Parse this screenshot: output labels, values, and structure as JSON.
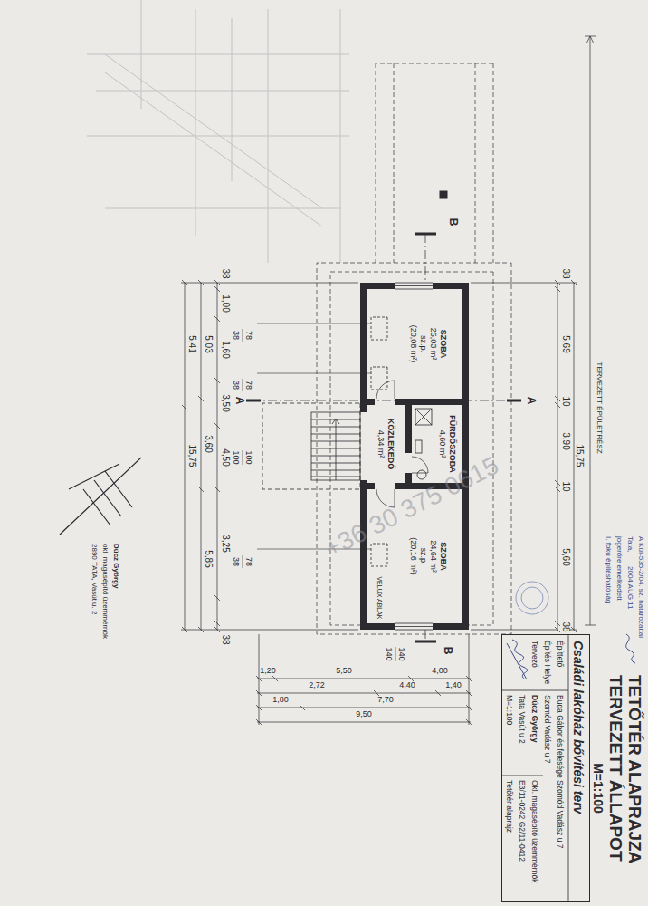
{
  "diagram": {
    "title": "TETŐTÉR ALAPRAJZA TERVEZETT ÁLLAPOT",
    "nodes": [
      {
        "text": [
          "SZOBA",
          "25,03 m²",
          "sz.p.",
          "(20,08 m²)"
        ]
      },
      {
        "text": [
          "FÜRDŐSZOBA",
          "4,60 m²"
        ]
      },
      {
        "text": [
          "KÖZLEKEDŐ",
          "4,34 m²"
        ]
      },
      {
        "text": [
          "SZOBA",
          "24,64 m²",
          "sz.p.",
          "(20,16 m²)"
        ]
      },
      {
        "text": [
          "Családi lakóház bővítési terv",
          "Építtető",
          "Buda Gábor és felesége Szomód Vadász u 7",
          "Építés Helye",
          "Szomód Vadász u 7",
          "Tervező",
          "Dúcz György",
          "Okl. magasépítő üzemmérnök",
          "Tata Vasút u 2",
          "E3/11-0242 G2/11-0412",
          "M=1:100",
          "Tetőtér alaprajz"
        ]
      }
    ],
    "labels": [
      "TERVEZETT ÉPÜLETRÉSZ",
      "15,75",
      "38",
      "5,69",
      "10",
      "3,90",
      "10",
      "5,60",
      "38",
      "38",
      "1,00",
      "1,60",
      "3,50",
      "4,50",
      "3,25",
      "38",
      "5,03",
      "3,60",
      "5,85",
      "5,41",
      "15,75",
      "78",
      "38",
      "78",
      "38",
      "78",
      "38",
      "100",
      "100",
      "140",
      "140",
      "A",
      "A",
      "B",
      "B",
      "1,20",
      "5,50",
      "4,00",
      "2,72",
      "4,40",
      "1,40",
      "1,80",
      "7,70",
      "9,50",
      "VELUX ABLAK",
      "M=1:100",
      "A KüI-535-2/04. sz. határozattal",
      "Tata,",
      "2004 AUG 11",
      "jogerőre emelkedett",
      "I. fokú építéshatóság",
      "Dúcz György",
      "okl. magasépítő üzemmérnök",
      "2890 TATA, Vasút u. 2",
      "+36 30 375 0615"
    ]
  }
}
